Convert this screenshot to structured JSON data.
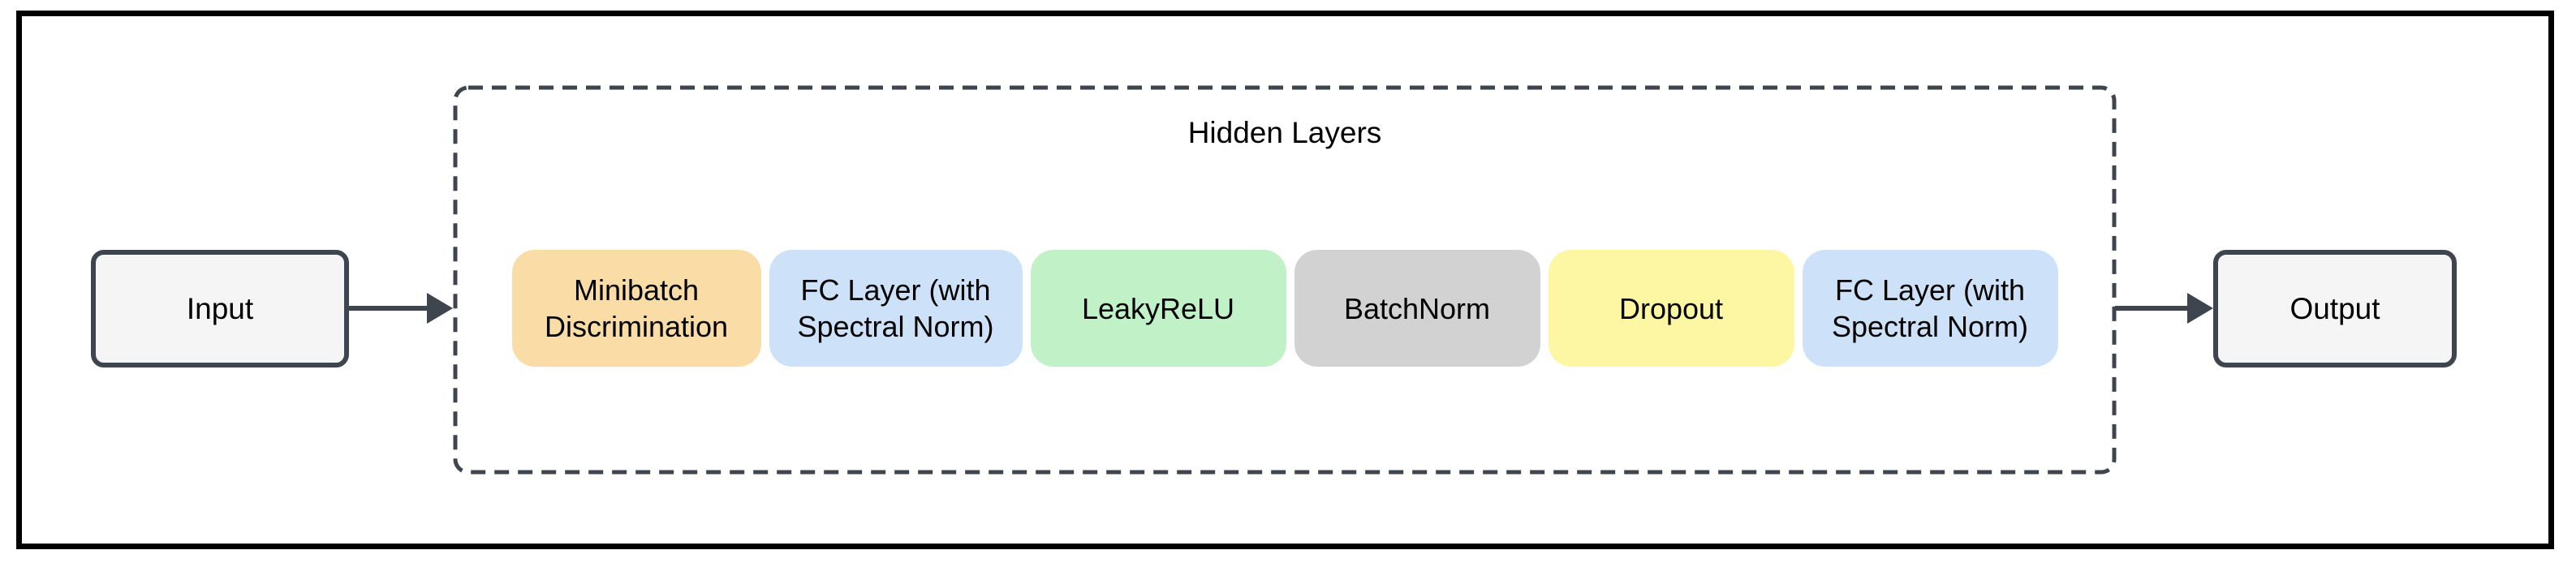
{
  "diagram": {
    "type": "flowchart",
    "title": "Hidden Layers",
    "nodes": {
      "input": {
        "label": "Input"
      },
      "output": {
        "label": "Output"
      }
    },
    "hidden_layers": [
      {
        "label": "Minibatch Discrimination",
        "color": "#fadca6"
      },
      {
        "label": "FC Layer (with Spectral Norm)",
        "color": "#cde2f9"
      },
      {
        "label": "LeakyReLU",
        "color": "#c1f2c7"
      },
      {
        "label": "BatchNorm",
        "color": "#d2d2d2"
      },
      {
        "label": "Dropout",
        "color": "#fdf6a3"
      },
      {
        "label": "FC Layer (with Spectral Norm)",
        "color": "#cde2f9"
      }
    ],
    "colors": {
      "background": "#ffffff",
      "frame_border": "#000000",
      "node_fill": "#f5f5f5",
      "node_border": "#3e454e",
      "dashed_border": "#3e454e",
      "arrow": "#3e454e",
      "text": "#000000"
    }
  }
}
